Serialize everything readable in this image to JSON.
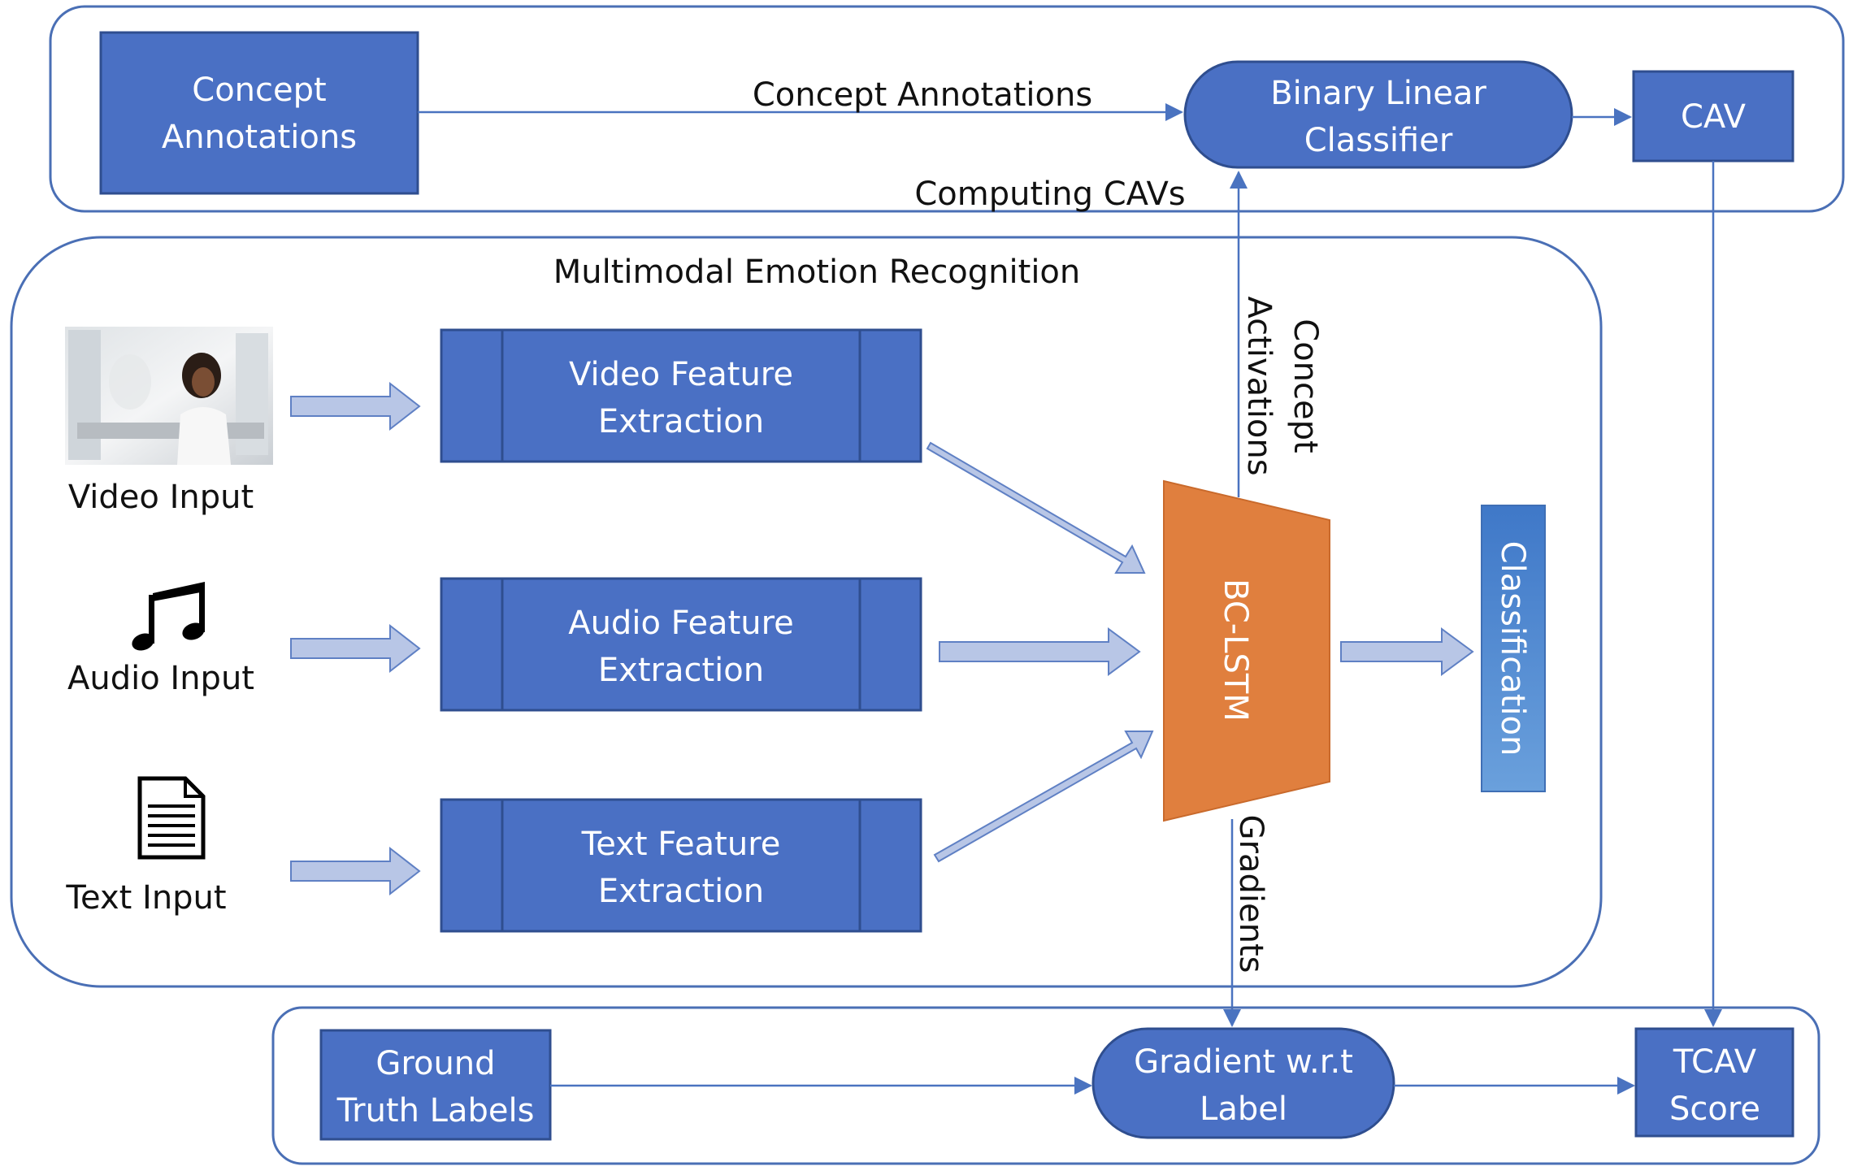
{
  "top_panel": {
    "concept_annotations_box": [
      "Concept",
      "Annotations"
    ],
    "concept_annotations_edge": "Concept Annotations",
    "classifier_box": [
      "Binary Linear",
      "Classifier"
    ],
    "cav_box": "CAV",
    "computing_cavs": "Computing CAVs"
  },
  "middle_panel": {
    "title": "Multimodal Emotion Recognition",
    "video_input": "Video Input",
    "audio_input": "Audio Input",
    "text_input": "Text Input",
    "video_feature": [
      "Video Feature",
      "Extraction"
    ],
    "audio_feature": [
      "Audio Feature",
      "Extraction"
    ],
    "text_feature": [
      "Text Feature",
      "Extraction"
    ],
    "model": "BC-LSTM",
    "classification": "Classification",
    "concept_activations": [
      "Concept",
      "Activations"
    ],
    "gradients": "Gradients"
  },
  "bottom_panel": {
    "ground_truth_box": [
      "Ground",
      "Truth Labels"
    ],
    "gradient_box": [
      "Gradient w.r.t",
      "Label"
    ],
    "tcav_box": [
      "TCAV",
      "Score"
    ]
  },
  "colors": {
    "box_fill": "#4a70c4",
    "box_stroke": "#2f4e8f",
    "panel_stroke": "#4a6fb5",
    "model_fill": "#e07f3e",
    "arrow_fill": "#b8c6e6",
    "line": "#4a73c0"
  },
  "icons": {
    "music": "music-note-icon",
    "document": "document-icon",
    "video_thumb": "video-thumbnail"
  }
}
